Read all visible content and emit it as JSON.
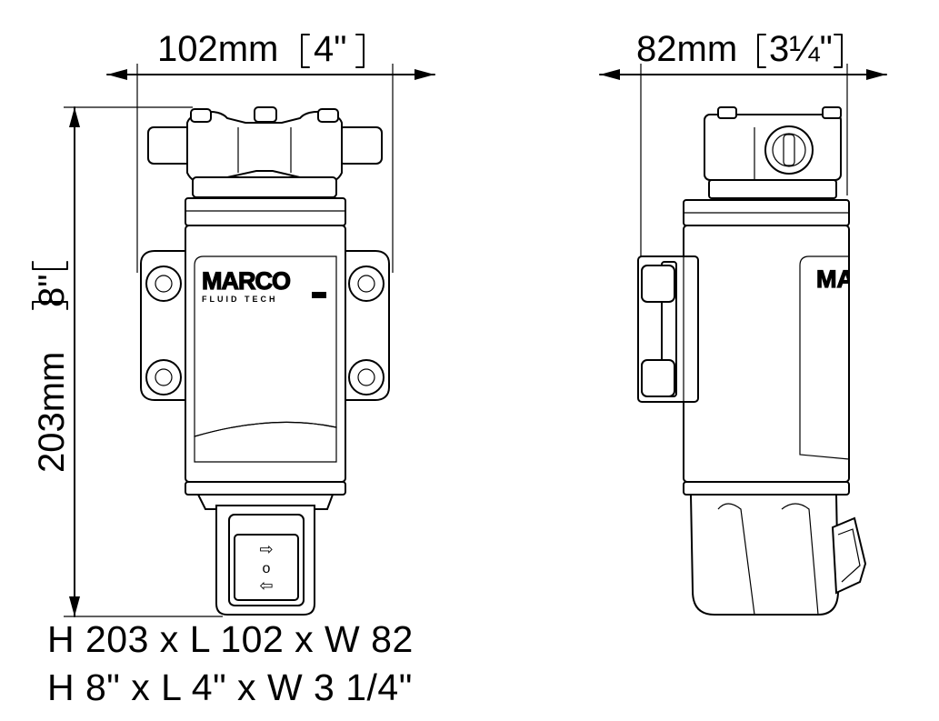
{
  "dimensions": {
    "length_mm": "102mm",
    "length_in": "4\"",
    "width_mm": "82mm",
    "width_in": "3¼\"",
    "height_mm": "203mm",
    "height_in": "8\""
  },
  "logo": {
    "brand": "MARCO",
    "sub": "FLUID TECH"
  },
  "switch_symbols": [
    "⇨",
    "o",
    "⇦"
  ],
  "summary": {
    "metric": "H 203 x L 102 x W 82",
    "imperial": "H 8\" x L 4\" x W 3 1/4\""
  }
}
